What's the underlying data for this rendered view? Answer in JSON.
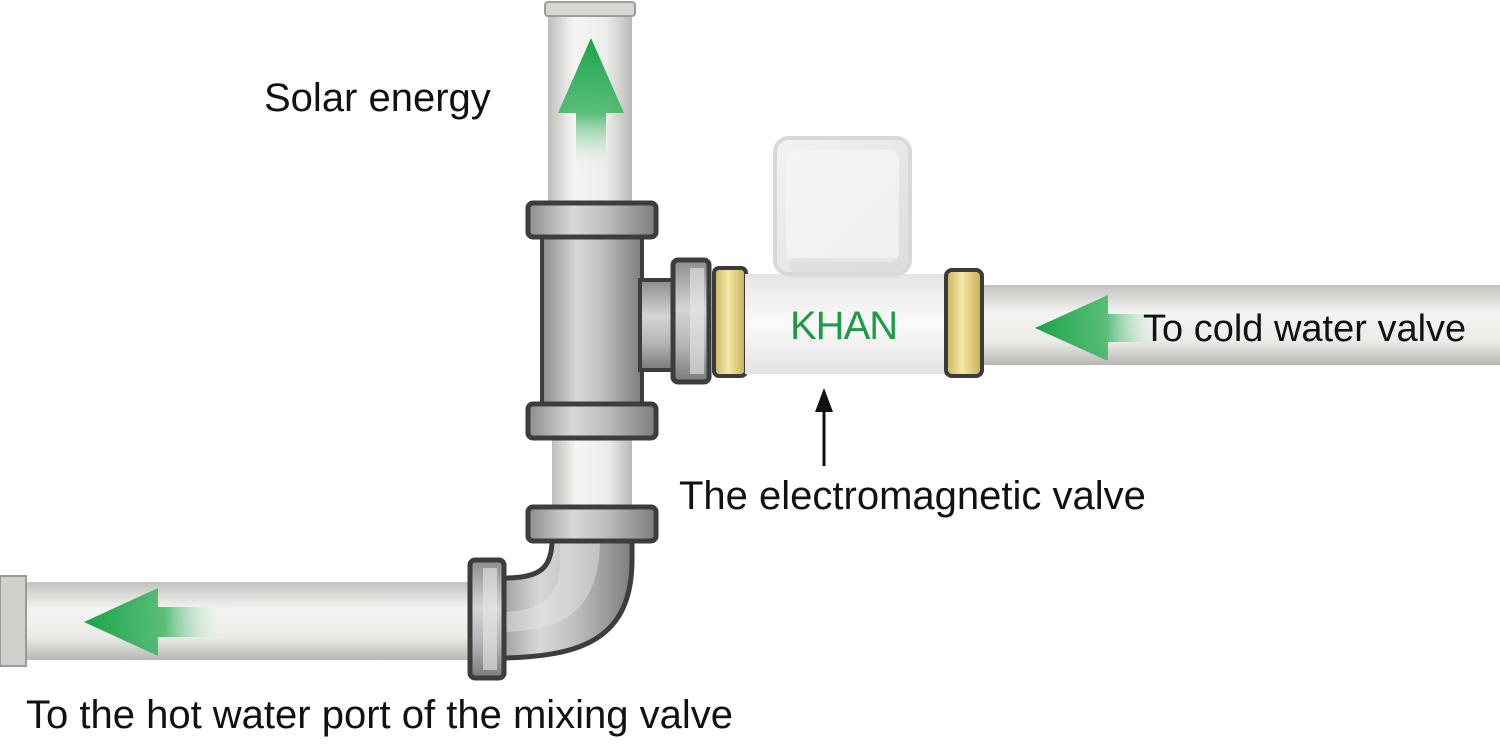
{
  "labels": {
    "solar": "Solar energy",
    "cold": "To cold water valve",
    "valve": "The electromagnetic valve",
    "hot": "To the hot water port of the mixing valve"
  },
  "valve": {
    "brand": "KHAN"
  },
  "colors": {
    "arrow_green": "#1aa34a",
    "brand_green": "#1f9a45",
    "pipe_light": "#e9e9e6",
    "pipe_dark": "#5a5a5a",
    "fitting_gray": "#a8a8a8",
    "brass": "#e8d68a"
  },
  "icons": {
    "flow_arrow": "flow-arrow-icon",
    "pointer_arrow": "pointer-arrow-icon"
  }
}
